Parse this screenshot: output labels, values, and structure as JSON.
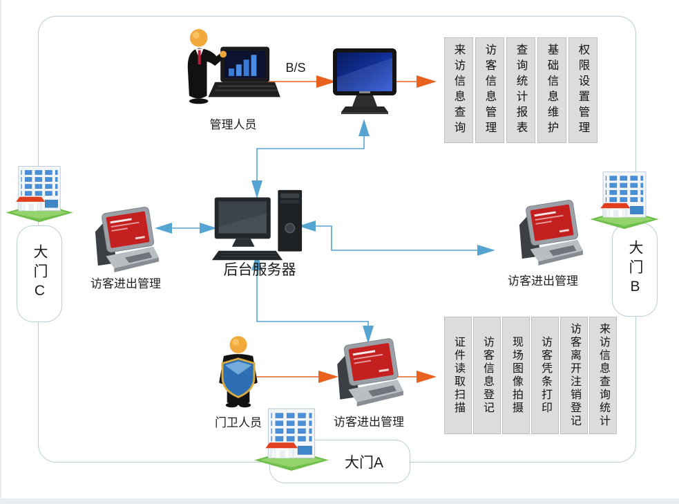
{
  "diagram": {
    "admin": {
      "label": "管理人员"
    },
    "admin_link": {
      "label": "B/S"
    },
    "server": {
      "label": "后台服务器"
    },
    "guard": {
      "label": "门卫人员"
    },
    "terminals": {
      "left": {
        "label": "访客进出管理"
      },
      "right": {
        "label": "访客进出管理"
      },
      "bottom": {
        "label": "访客进出管理"
      }
    },
    "gates": {
      "a": {
        "label": "大门A"
      },
      "b": {
        "label": "大门B"
      },
      "c": {
        "label": "大门C"
      }
    },
    "admin_functions": [
      "来访信息查询",
      "访客信息管理",
      "查询统计报表",
      "基础信息维护",
      "权限设置管理"
    ],
    "guard_functions": [
      "证件读取扫描",
      "访客信息登记",
      "现场图像拍摄",
      "访客凭条打印",
      "访客离开注销登记",
      "来访信息查询统计"
    ],
    "colors": {
      "connector_blue": "#55a4d2",
      "connector_orange": "#e8611e",
      "function_box_fill": "#dcdcdc",
      "function_box_border": "#bfbfbf",
      "frame_border": "#b7ced9",
      "terminal_screen_red": "#c42020",
      "building_window_blue": "#4a90d9"
    }
  }
}
